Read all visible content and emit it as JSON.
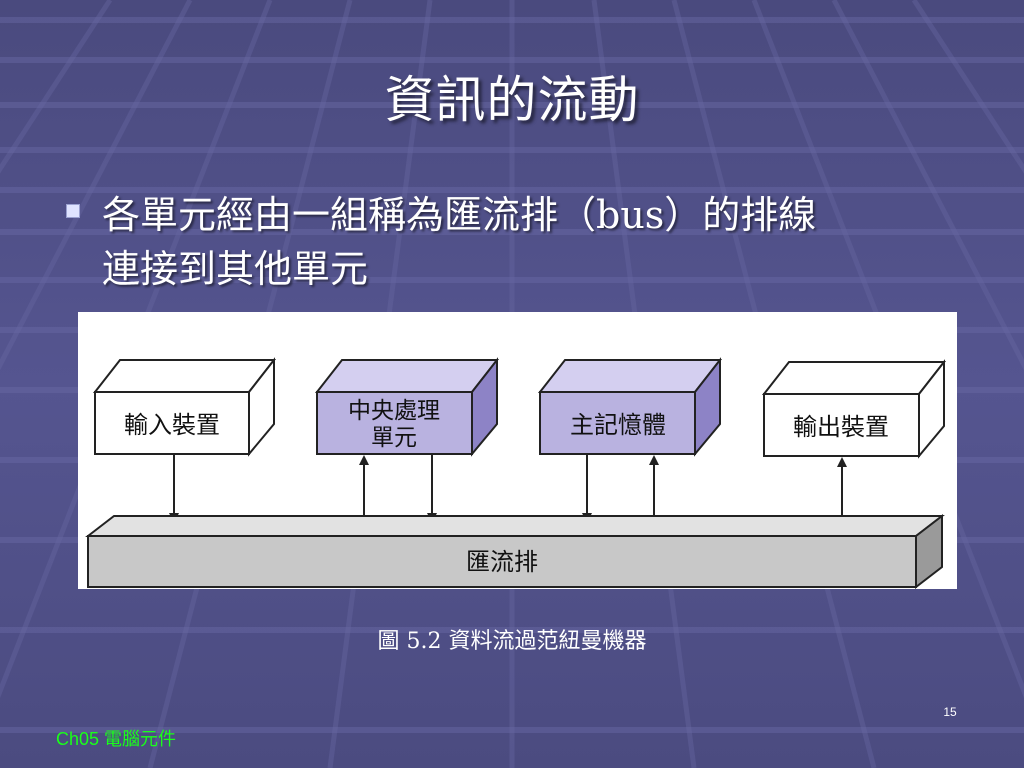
{
  "slide": {
    "title": "資訊的流動",
    "bullet_line1": "各單元經由一組稱為匯流排（bus）的排線",
    "bullet_line2": "連接到其他單元",
    "caption": "圖 5.2 資料流過范紐曼機器",
    "page_number": "15",
    "footer": "Ch05 電腦元件"
  },
  "diagram": {
    "boxes": [
      {
        "label": "輸入裝置",
        "style": "white"
      },
      {
        "label1": "中央處理",
        "label2": "單元",
        "style": "purple"
      },
      {
        "label": "主記憶體",
        "style": "purple"
      },
      {
        "label": "輸出裝置",
        "style": "white"
      }
    ],
    "bus_label": "匯流排"
  },
  "colors": {
    "background": "#4d4d82",
    "box_purple": "#b9b2e0",
    "box_purple_side": "#8d83c6",
    "bus_gray": "#c8c8c8",
    "footer_green": "#1aff1a"
  }
}
